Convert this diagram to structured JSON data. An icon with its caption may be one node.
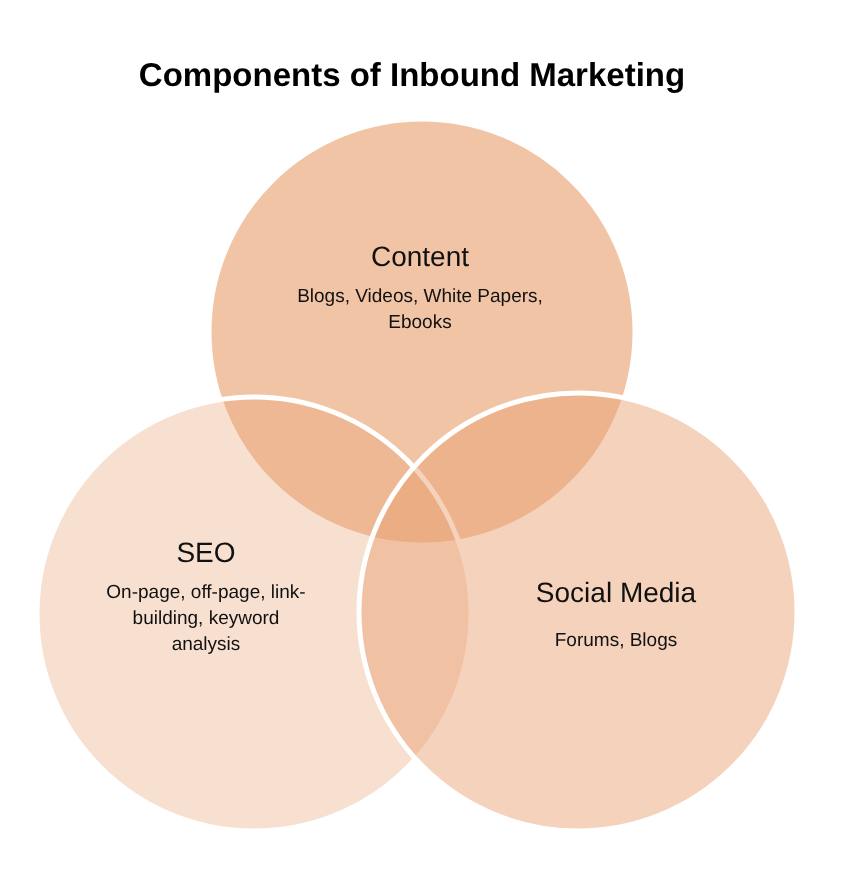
{
  "diagram": {
    "title": "Components of Inbound Marketing",
    "nodes": [
      {
        "text": [
          "Content",
          "Blogs, Videos, White Papers, Ebooks"
        ]
      },
      {
        "text": [
          "SEO",
          "On-page, off-page, link-building, keyword analysis"
        ]
      },
      {
        "text": [
          "Social Media",
          "Forums, Blogs"
        ]
      }
    ]
  }
}
